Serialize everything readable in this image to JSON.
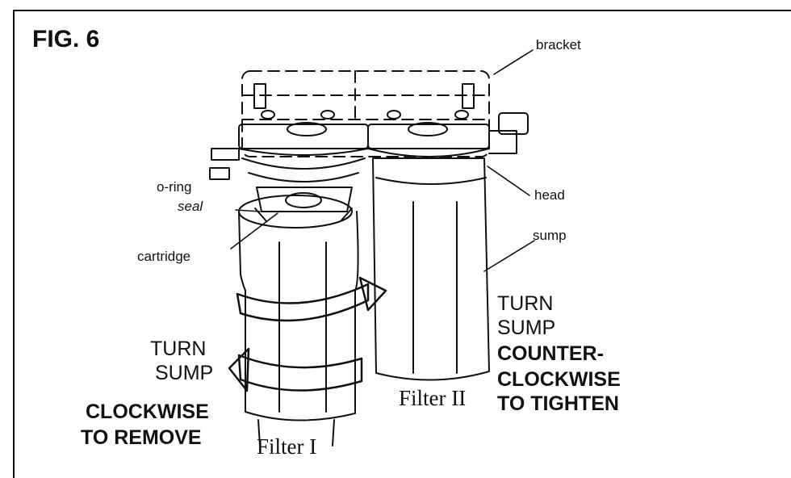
{
  "figure": {
    "title": "FIG. 6"
  },
  "callouts": {
    "bracket": "bracket",
    "head": "head",
    "sump": "sump",
    "oring_line1": "o-ring",
    "oring_line2": "seal",
    "cartridge": "cartridge"
  },
  "filters": {
    "filter1": "Filter I",
    "filter2": "Filter II"
  },
  "instructions": {
    "remove": {
      "line1": "TURN",
      "line2": "SUMP",
      "line3": "CLOCKWISE",
      "line4": "TO REMOVE"
    },
    "tighten": {
      "line1": "TURN",
      "line2": "SUMP",
      "line3": "COUNTER-",
      "line4": "CLOCKWISE",
      "line5": "TO TIGHTEN"
    }
  }
}
